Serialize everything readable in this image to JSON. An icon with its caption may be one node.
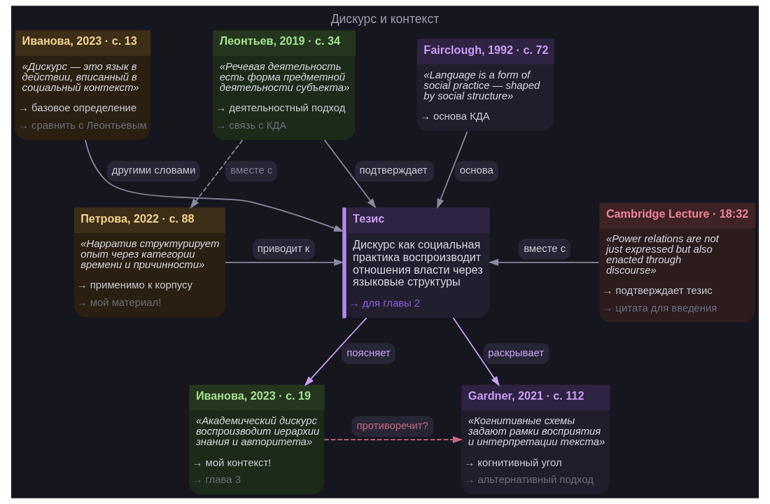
{
  "diagram": {
    "title": "Дискурс и контекст",
    "nodes": [
      {
        "text": [
          "Иванова, 2023 · с. 13",
          "«Дискурс — это язык в действии, вписанный в социальный контекст»",
          "→ базовое определение",
          "→ сравнить с Леонтьевым"
        ]
      },
      {
        "text": [
          "Леонтьев, 2019 · с. 34",
          "«Речевая деятельность есть форма предметной деятельности субъекта»",
          "→ деятельностный подход",
          "→ связь с КДА"
        ]
      },
      {
        "text": [
          "Fairclough, 1992 · с. 72",
          "«Language is a form of social practice — shaped by social structure»",
          "→ основа КДА"
        ]
      },
      {
        "text": [
          "Петрова, 2022 · с. 88",
          "«Нарратив структурирует опыт через категории времени и причинности»",
          "→ применимо к корпусу",
          "→ мой материал!"
        ]
      },
      {
        "text": [
          "Тезис",
          "Дискурс как социальная практика воспроизводит отношения власти через языковые структуры",
          "→ для главы 2"
        ]
      },
      {
        "text": [
          "Cambridge Lecture · 18:32",
          "«Power relations are not just expressed but also enacted through discourse»",
          "→ подтверждает тезис",
          "→ цитата для введения"
        ]
      },
      {
        "text": [
          "Иванова, 2023 · с. 19",
          "«Академический дискурс воспроизводит иерархии знания и авторитета»",
          "→ мой контекст!",
          "→ глава 3"
        ]
      },
      {
        "text": [
          "Gardner, 2021 · с. 112",
          "«Когнитивные схемы задают рамки восприятия и интерпретации текста»",
          "→ когнитивный угол",
          "→ альтернативный подход"
        ]
      }
    ],
    "edges": [
      {
        "from": 0,
        "to": 4,
        "arrow": "to",
        "label": "другими словами"
      },
      {
        "from": 1,
        "to": 3,
        "arrow": "to",
        "label": "вместе с",
        "style": "dashed"
      },
      {
        "from": 1,
        "to": 4,
        "arrow": "to",
        "label": "подтверждает"
      },
      {
        "from": 2,
        "to": 4,
        "arrow": "to",
        "label": "основа"
      },
      {
        "from": 3,
        "to": 4,
        "arrow": "to",
        "label": "приводит к"
      },
      {
        "from": 5,
        "to": 4,
        "arrow": "to",
        "label": "вместе с"
      },
      {
        "from": 4,
        "to": 6,
        "arrow": "to",
        "label": "поясняет",
        "color": "#c9a0f5"
      },
      {
        "from": 4,
        "to": 7,
        "arrow": "to",
        "label": "раскрывает",
        "color": "#c9a0f5"
      },
      {
        "from": 6,
        "to": 7,
        "arrow": "to",
        "label": "противоречит?",
        "style": "dashed",
        "color": "#c8687e"
      }
    ]
  }
}
